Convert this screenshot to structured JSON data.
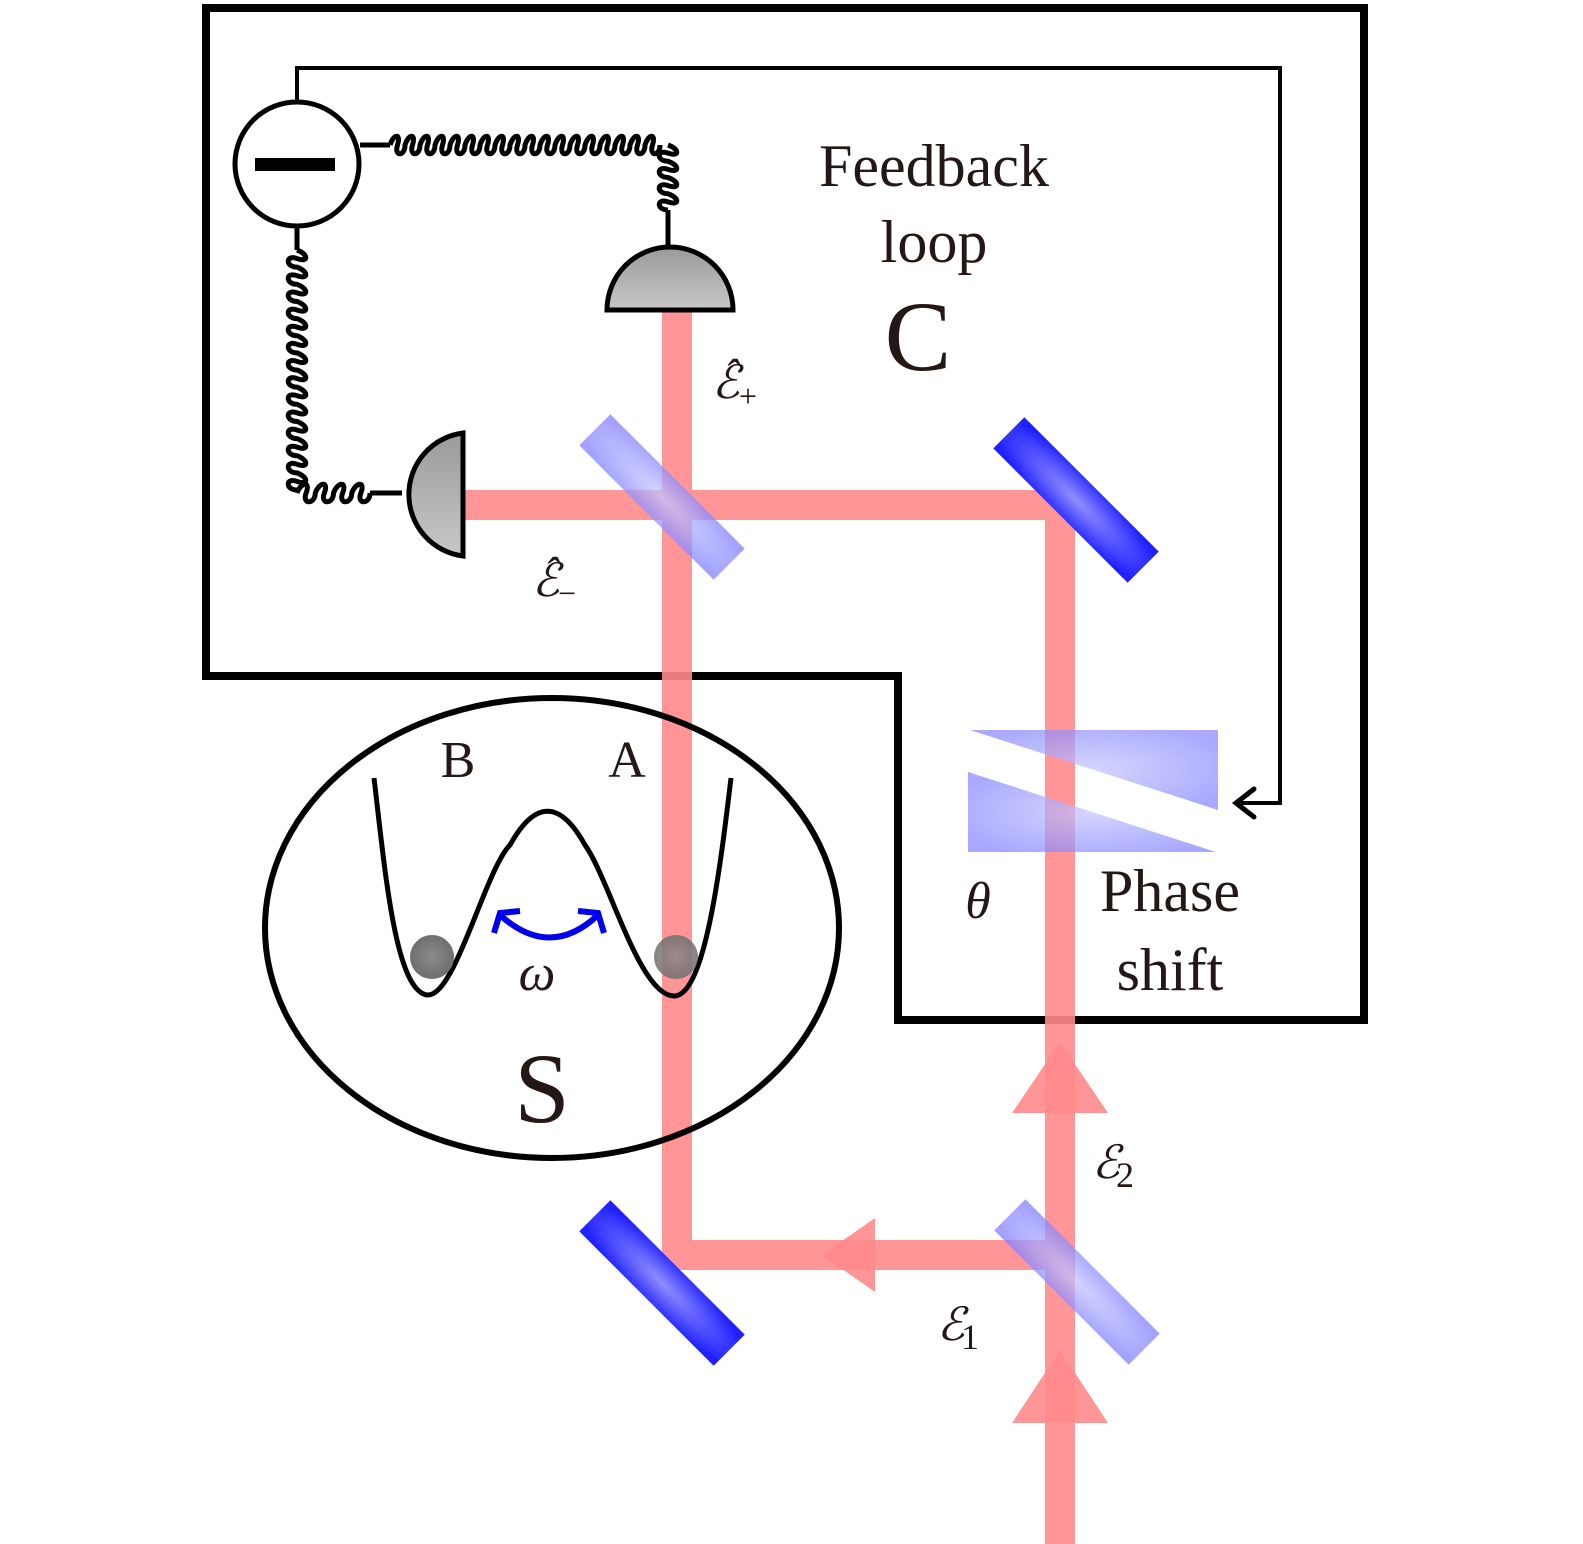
{
  "colors": {
    "beam": "#ff8a8c",
    "mirror": "#2a2aff",
    "beamsplitter": "#8c8cff",
    "detector_fill": "#b0b0b0",
    "wire": "#000000",
    "omega_arrow": "#0000ee",
    "particle": "#777777",
    "text": "#231815"
  },
  "labels": {
    "feedback_line1": "Feedback",
    "feedback_line2": "loop",
    "controller": "C",
    "system": "S",
    "well_b": "B",
    "well_a": "A",
    "omega": "ω",
    "theta": "θ",
    "phase_line1": "Phase",
    "phase_line2": "shift",
    "field_plus": "ℰ",
    "field_plus_sub": "+",
    "field_minus": "ℰ",
    "field_minus_sub": "−",
    "field_1": "ℰ",
    "field_1_sub": "1",
    "field_2": "ℰ",
    "field_2_sub": "2",
    "hat": "ˆ",
    "subtractor_symbol": "−"
  }
}
